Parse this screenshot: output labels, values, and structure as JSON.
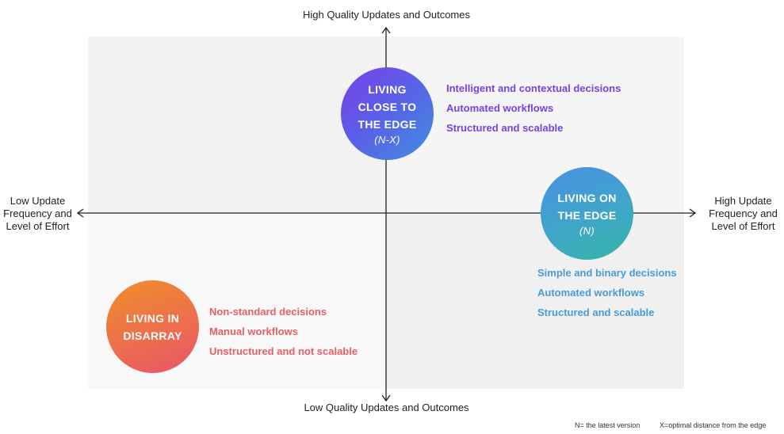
{
  "axes": {
    "top": "High Quality Updates and Outcomes",
    "bottom": "Low Quality Updates and Outcomes",
    "left": "Low Update\nFrequency and\nLevel of Effort",
    "right": "High Update\nFrequency and\nLevel of Effort"
  },
  "quadrants": {
    "close_to_edge": {
      "title_lines": [
        "LIVING",
        "CLOSE TO",
        "THE EDGE"
      ],
      "subtitle": "(N-X)",
      "items": [
        "Intelligent and contextual decisions",
        "Automated workflows",
        "Structured and scalable"
      ],
      "color": "#7443e2"
    },
    "on_the_edge": {
      "title_lines": [
        "LIVING ON",
        "THE EDGE"
      ],
      "subtitle": "(N)",
      "items": [
        "Simple and binary decisions",
        "Automated workflows",
        "Structured and scalable"
      ],
      "color": "#4a9ad8"
    },
    "disarray": {
      "title_lines": [
        "LIVING IN",
        "DISARRAY"
      ],
      "items": [
        "Non-standard decisions",
        "Manual workflows",
        "Unstructured and not scalable"
      ],
      "color": "#e55f67"
    }
  },
  "footnotes": {
    "n": "N= the latest version",
    "x": "X=optimal distance from the edge"
  }
}
